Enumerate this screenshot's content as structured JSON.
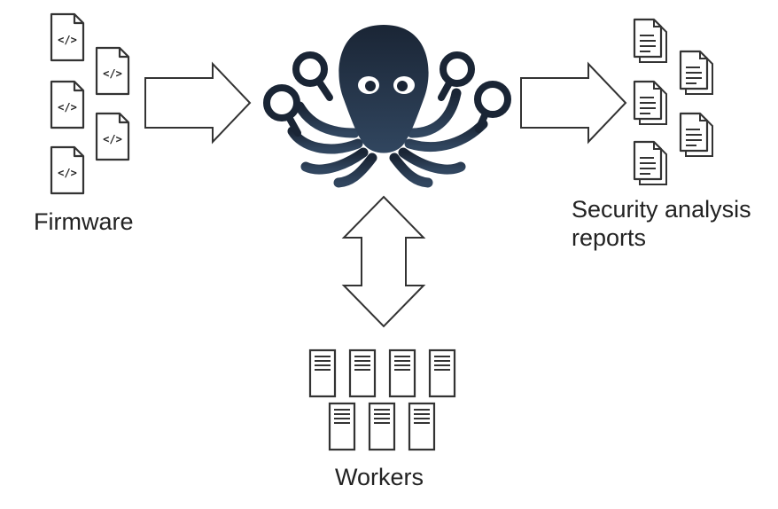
{
  "labels": {
    "firmware": "Firmware",
    "reports_line1": "Security analysis",
    "reports_line2": "reports",
    "workers": "Workers"
  },
  "icons": {
    "firmware_file": "code-file-icon",
    "report": "report-document-icon",
    "worker": "server-icon",
    "central": "octopus-icon"
  },
  "counts": {
    "firmware_files": 5,
    "reports": 5,
    "workers": 7
  },
  "code_glyph": "</>",
  "colors": {
    "octopus_dark": "#1a2535",
    "octopus_mid": "#31465f",
    "outline": "#333333",
    "text": "#222222"
  }
}
